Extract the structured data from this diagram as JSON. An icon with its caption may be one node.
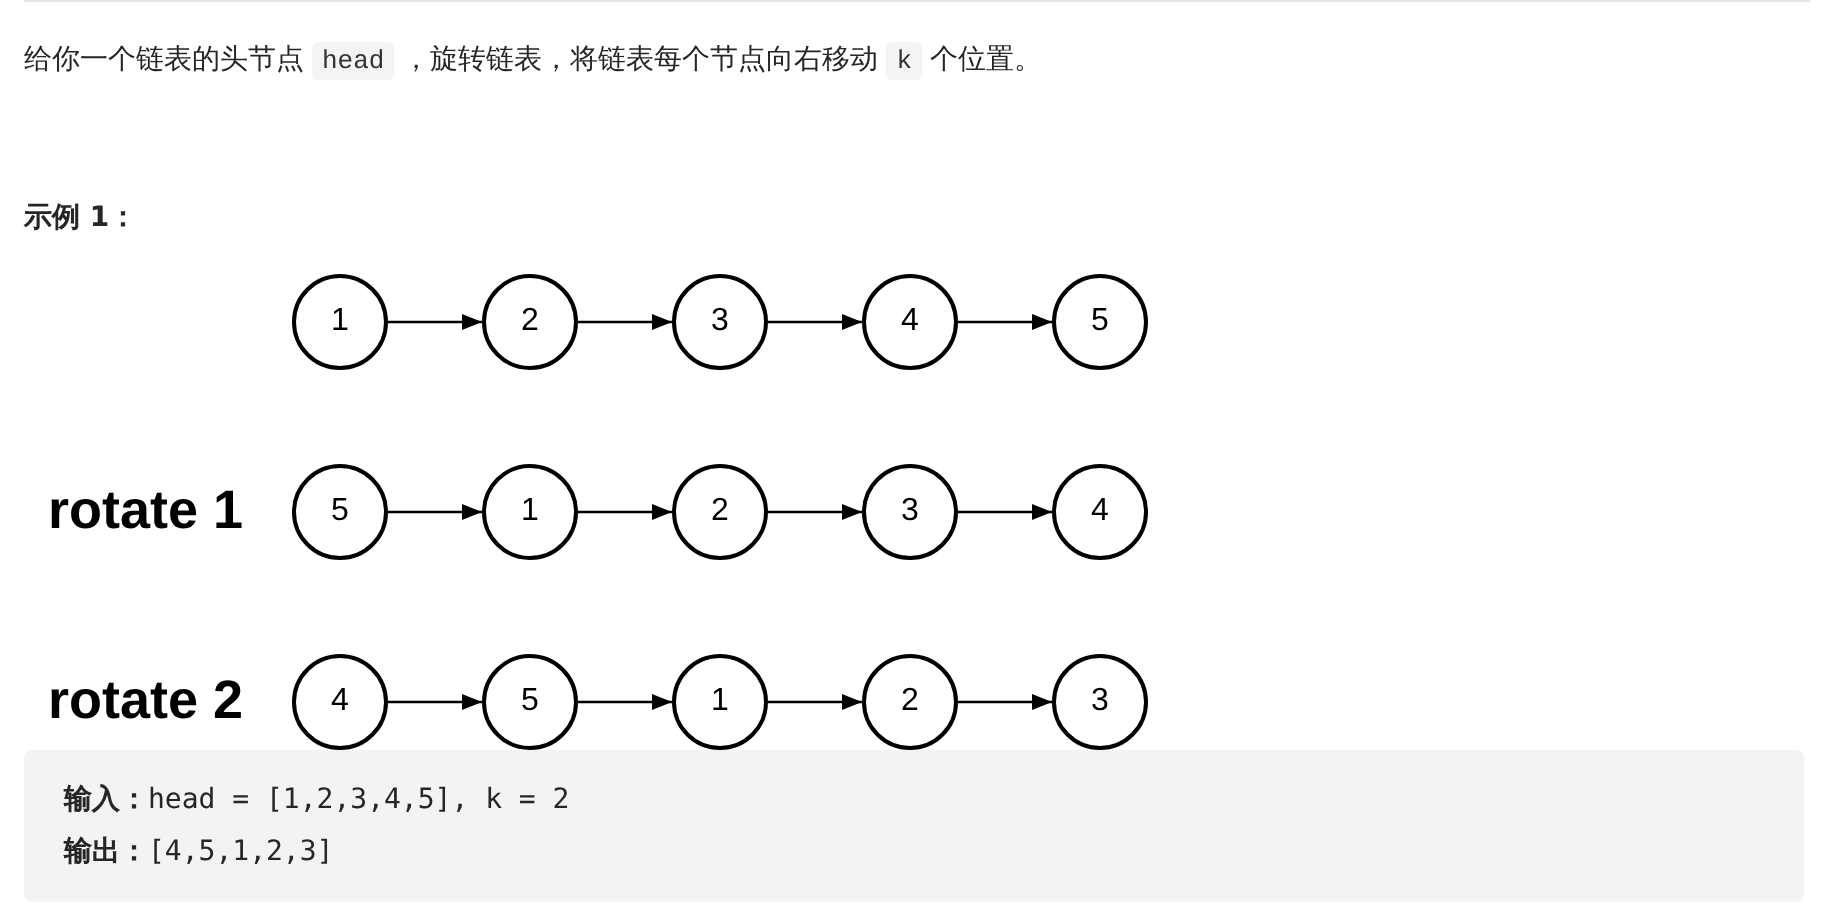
{
  "diagram": {
    "nodes": [
      {
        "text": [
          "1"
        ]
      },
      {
        "text": [
          "2"
        ]
      },
      {
        "text": [
          "3"
        ]
      },
      {
        "text": [
          "4"
        ]
      },
      {
        "text": [
          "5"
        ]
      },
      {
        "text": [
          "5"
        ]
      },
      {
        "text": [
          "1"
        ]
      },
      {
        "text": [
          "2"
        ]
      },
      {
        "text": [
          "3"
        ]
      },
      {
        "text": [
          "4"
        ]
      },
      {
        "text": [
          "4"
        ]
      },
      {
        "text": [
          "5"
        ]
      },
      {
        "text": [
          "1"
        ]
      },
      {
        "text": [
          "2"
        ]
      },
      {
        "text": [
          "3"
        ]
      }
    ],
    "edges": [
      {
        "from": 0,
        "to": 1,
        "arrow": "to"
      },
      {
        "from": 1,
        "to": 2,
        "arrow": "to"
      },
      {
        "from": 2,
        "to": 3,
        "arrow": "to"
      },
      {
        "from": 3,
        "to": 4,
        "arrow": "to"
      },
      {
        "from": 5,
        "to": 6,
        "arrow": "to"
      },
      {
        "from": 6,
        "to": 7,
        "arrow": "to"
      },
      {
        "from": 7,
        "to": 8,
        "arrow": "to"
      },
      {
        "from": 8,
        "to": 9,
        "arrow": "to"
      },
      {
        "from": 10,
        "to": 11,
        "arrow": "to"
      },
      {
        "from": 11,
        "to": 12,
        "arrow": "to"
      },
      {
        "from": 12,
        "to": 13,
        "arrow": "to"
      },
      {
        "from": 13,
        "to": 14,
        "arrow": "to"
      }
    ],
    "labels": [
      "给你一个链表的头节点",
      "head",
      "，旋转链表，将链表每个节点向右移动",
      "k",
      "个位置。",
      "示例 1：",
      "rotate 1",
      "rotate 2",
      "**输入：**head = [1,2,3,4,5], k = 2",
      "**输出：**[4,5,1,2,3]"
    ]
  }
}
